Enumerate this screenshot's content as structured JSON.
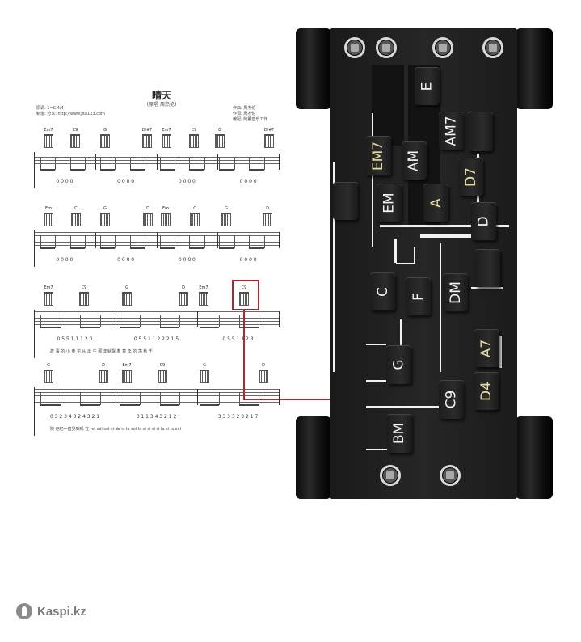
{
  "sheet": {
    "title": "晴天",
    "subtitle": "(原唱 周杰伦)",
    "key_info": "原调: 1=C 4/4",
    "transcriber": "制谱: 分享: http://www.jita123.com",
    "composer": "作曲: 周杰伦",
    "lyricist": "作词: 周杰伦",
    "arranger": "编配: 阿董音乐工作",
    "systems": [
      {
        "chords": [
          "Em7",
          "C9",
          "G",
          "D/#F",
          "Em7",
          "C9",
          "G",
          "D/#F"
        ],
        "numbers": [
          "0  0  0  0",
          "0  0  0  0",
          "0  0  0  0",
          "0  0  0  0"
        ],
        "lyrics": ""
      },
      {
        "chords": [
          "Em",
          "C",
          "G",
          "D",
          "Em",
          "C",
          "G",
          "D"
        ],
        "numbers": [
          "0  0  0  0",
          "0  0  0  0",
          "0  0  0  0",
          "0  0  0  0"
        ],
        "lyrics": ""
      },
      {
        "chords": [
          "Em7",
          "C9",
          "G",
          "D",
          "Em7",
          "C9"
        ],
        "numbers": [
          "0 5  5 1 1  1  2 3",
          "0 5  5 1  1 2 2  2 1 5",
          "0 5  5 1  1  2 3"
        ],
        "lyrics": "故 事 的 小  黄 花    从 出 生 那 年就飘 着    童 年 的 荡   秋 千"
      },
      {
        "chords": [
          "G",
          "D",
          "Em7",
          "C9",
          "G",
          "D"
        ],
        "numbers": [
          "0 3  2 3 4 3 2 4  3 2 1",
          "0 1  1 3  4 3  2 1 2",
          "3 3  3 3  2 3 2 1  7"
        ],
        "lyrics": "随    记忆一直晃到现 在    rei sol sol si  do si  la sol   la si si si  si la si  la sol"
      }
    ]
  },
  "device": {
    "keys": [
      "E",
      "AM7",
      "EM7",
      "AM",
      "D7",
      "EM",
      "A",
      "D",
      "C",
      "F",
      "DM",
      "G",
      "A7",
      "D4",
      "C9",
      "BM"
    ],
    "highlighted_key": "C9",
    "highlight_color": "#b3272c"
  },
  "watermark": {
    "brand": "Kaspi.kz"
  }
}
